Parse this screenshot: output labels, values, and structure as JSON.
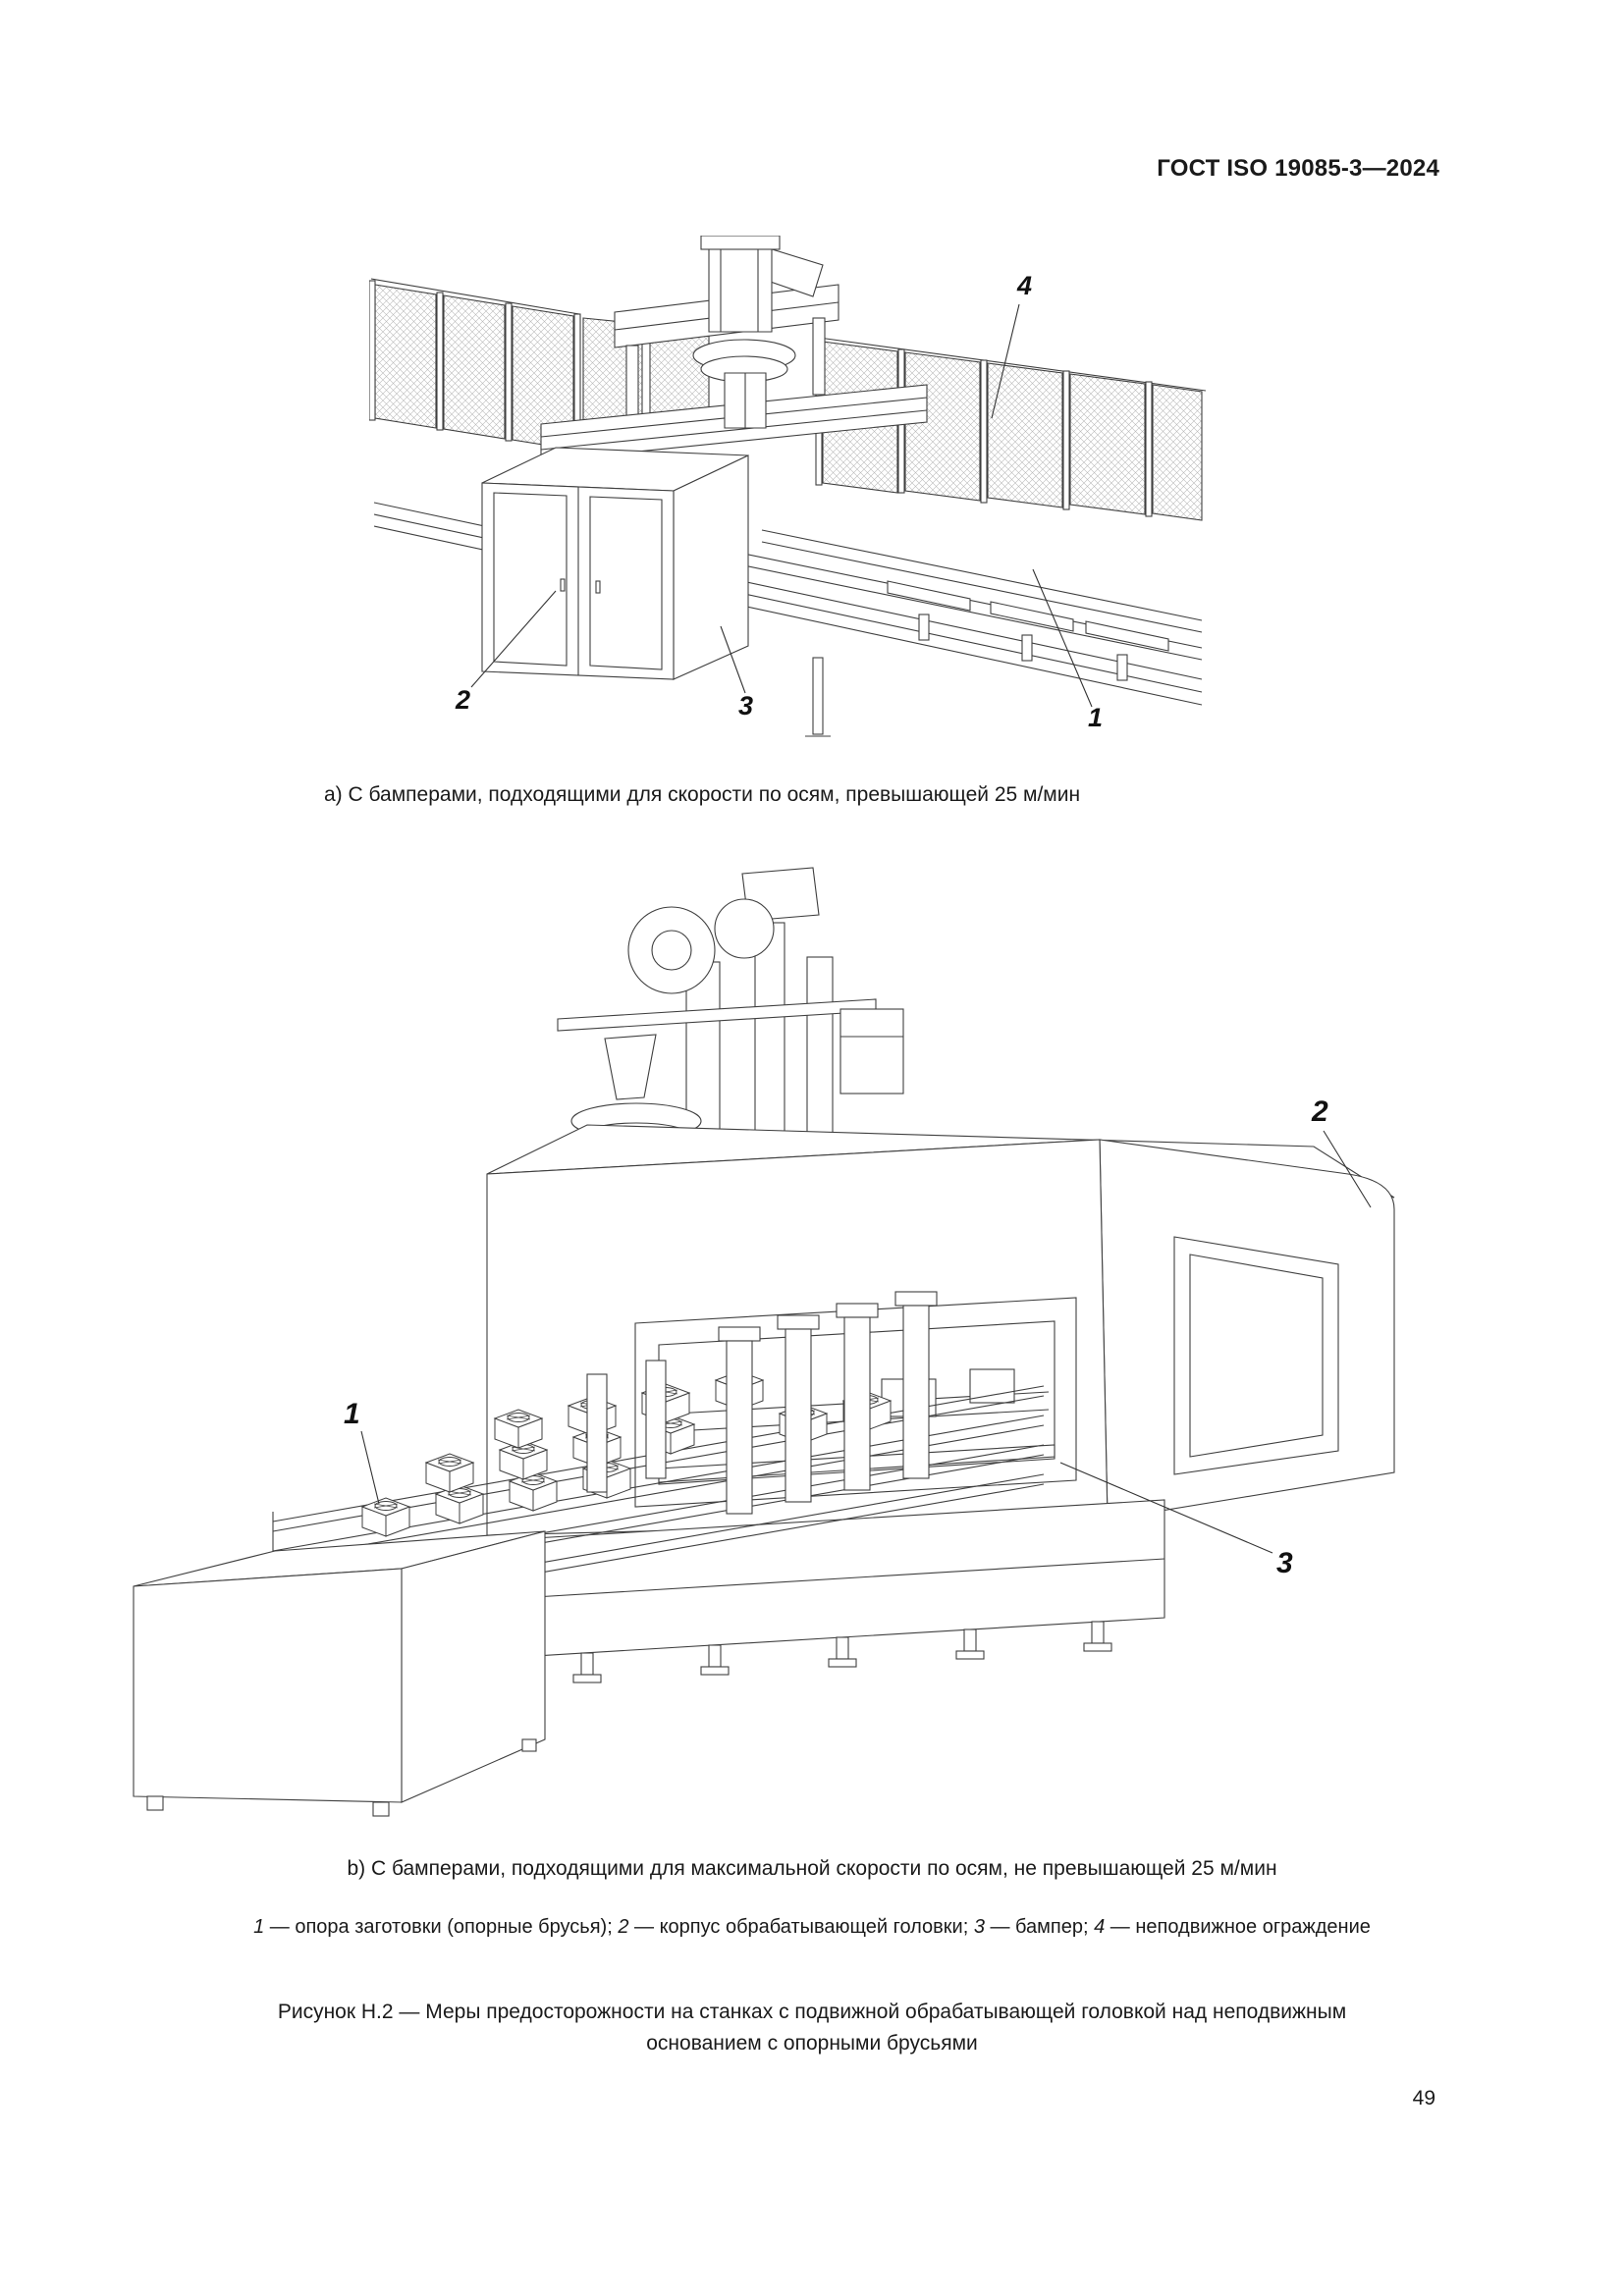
{
  "page": {
    "header": "ГОСТ ISO 19085-3—2024",
    "page_number": "49"
  },
  "figure_a": {
    "caption": "a) С бамперами, подходящими для скорости по осям, превышающей 25 м/мин",
    "callout_1": "1",
    "callout_2": "2",
    "callout_3": "3",
    "callout_4": "4"
  },
  "figure_b": {
    "caption": "b) С бамперами, подходящими для максимальной скорости по осям, не превышающей 25 м/мин",
    "callout_1": "1",
    "callout_2": "2",
    "callout_3": "3"
  },
  "legend": {
    "items": [
      {
        "num": "1",
        "text": " — опора заготовки (опорные брусья); "
      },
      {
        "num": "2",
        "text": " — корпус обрабатывающей головки; "
      },
      {
        "num": "3",
        "text": " — бампер; "
      },
      {
        "num": "4",
        "text": " — неподвижное ограждение"
      }
    ]
  },
  "figure_title": {
    "line1": "Рисунок Н.2 — Меры предосторожности на станках с подвижной обрабатывающей головкой над неподвижным",
    "line2": "основанием с опорными брусьями"
  }
}
